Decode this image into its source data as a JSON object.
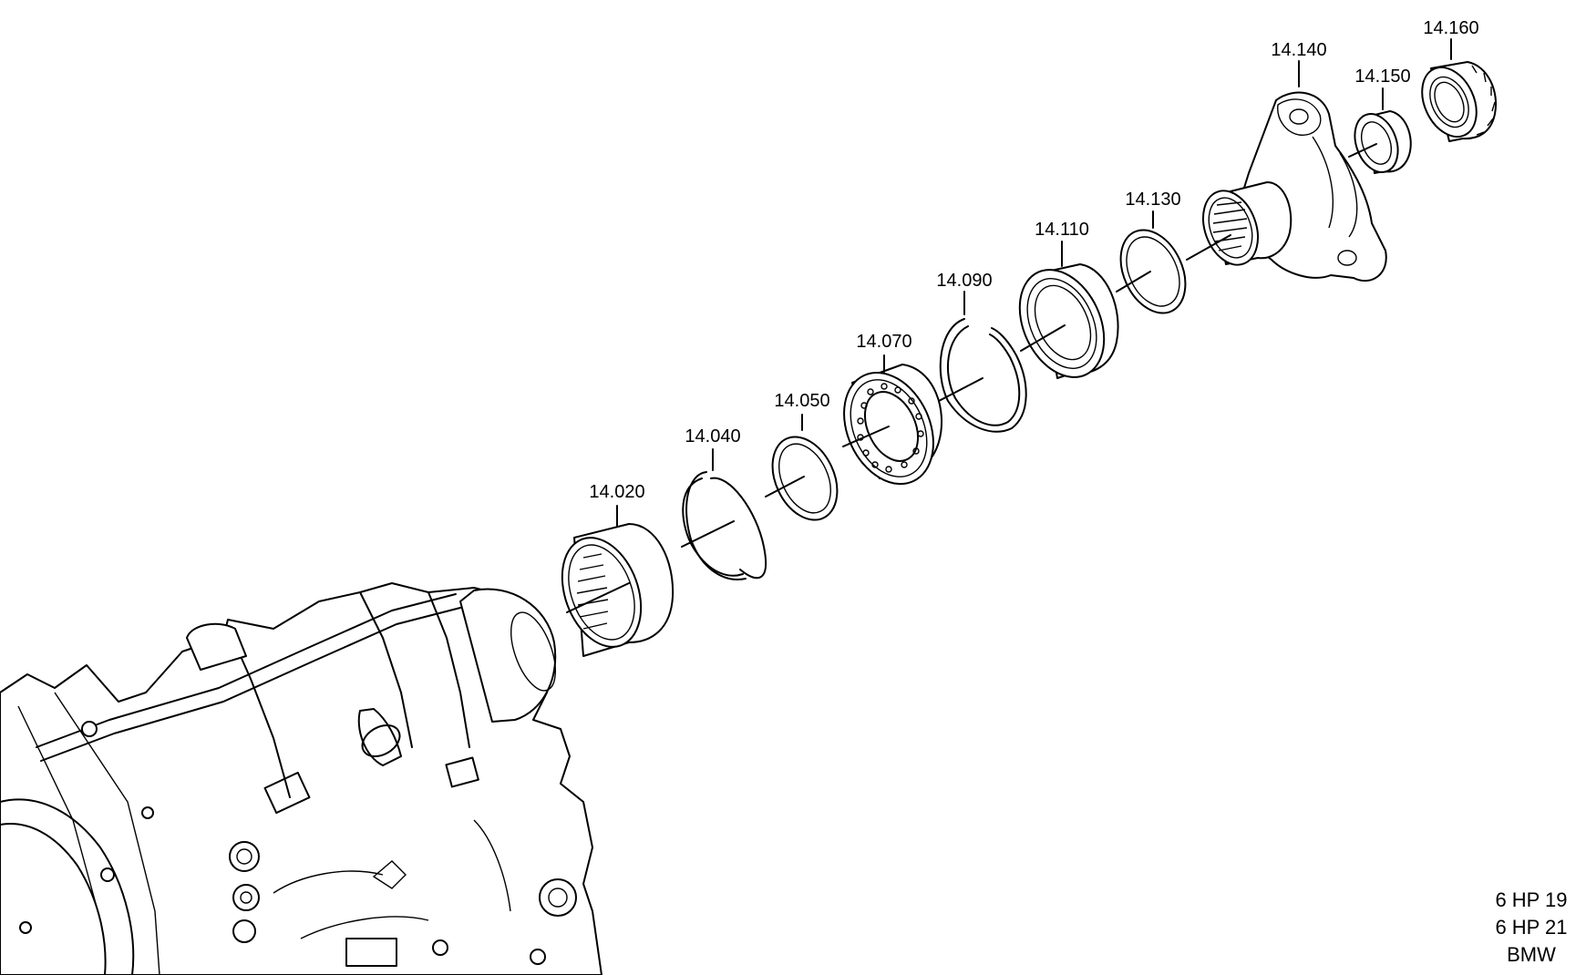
{
  "part_labels": {
    "p14020": "14.020",
    "p14040": "14.040",
    "p14050": "14.050",
    "p14070": "14.070",
    "p14090": "14.090",
    "p14110": "14.110",
    "p14130": "14.130",
    "p14140": "14.140",
    "p14150": "14.150",
    "p14160": "14.160"
  },
  "model_info": {
    "line1": "6 HP 19",
    "line2": "6 HP 21",
    "line3": "BMW"
  }
}
